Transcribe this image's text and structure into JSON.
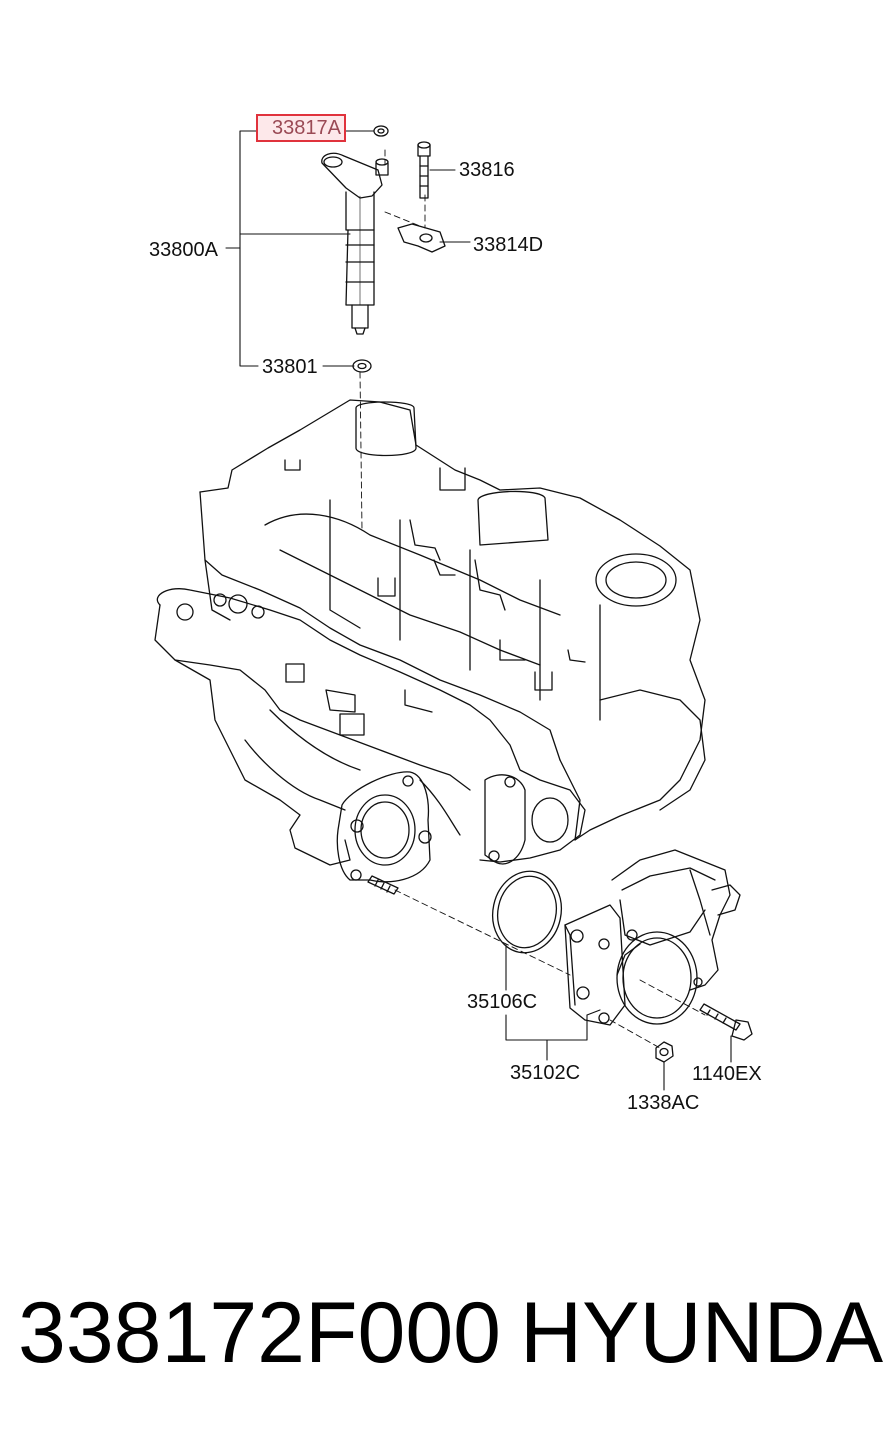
{
  "diagram": {
    "highlight_color": "#e0323c",
    "highlight_fill": "#fde8ea",
    "line_color": "#111111",
    "labels": {
      "p33817A": "33817A",
      "p33816": "33816",
      "p33800A": "33800A",
      "p33814D": "33814D",
      "p33801": "33801",
      "p35106C": "35106C",
      "p35102C": "35102C",
      "p1140EX": "1140EX",
      "p1338AC": "1338AC"
    },
    "highlighted_part": "33817A"
  },
  "footer": {
    "part_number": "338172F000",
    "brand": "HYUNDAI"
  }
}
